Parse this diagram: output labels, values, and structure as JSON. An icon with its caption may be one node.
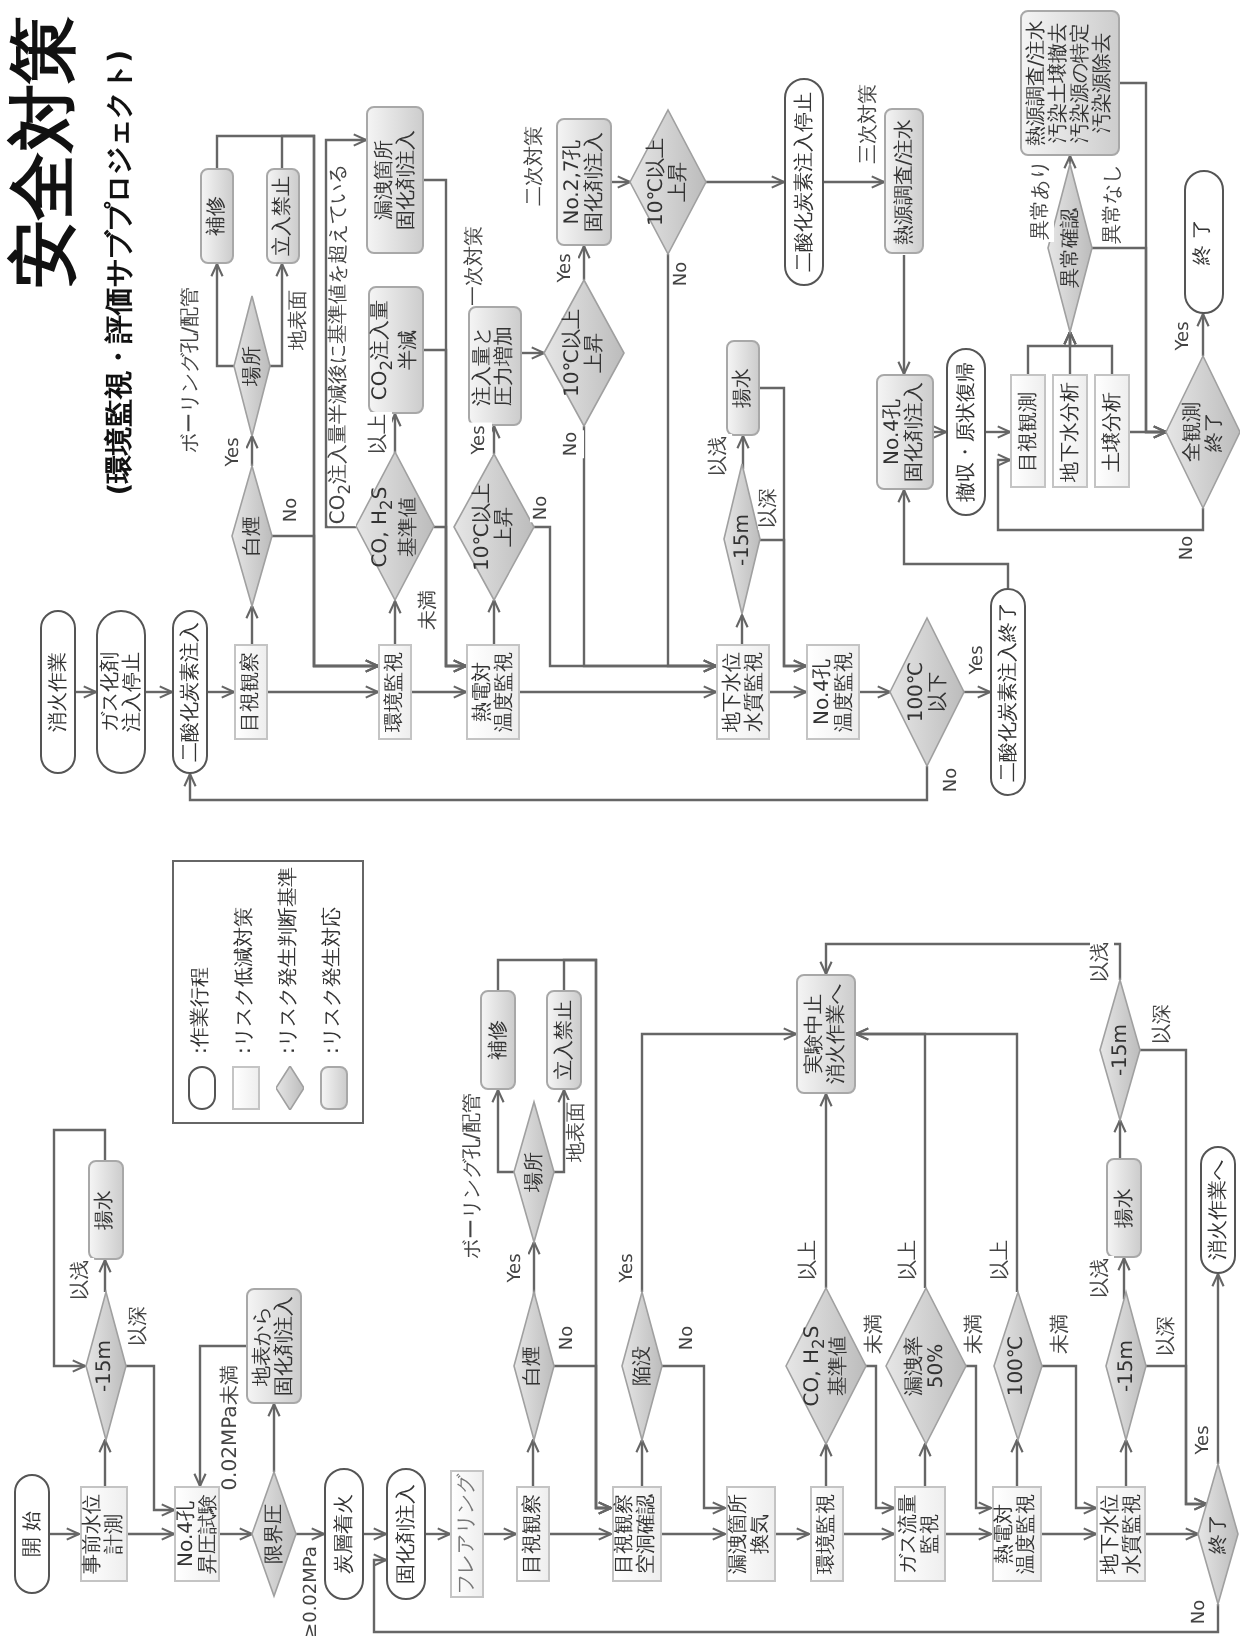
{
  "diagram": {
    "title": "安全対策",
    "nodes": [
      {
        "text": [
          "開 始"
        ]
      },
      {
        "text": [
          "事前水位計測"
        ]
      },
      {
        "text": [
          "-15m"
        ]
      },
      {
        "text": [
          "揚水"
        ]
      },
      {
        "text": [
          "No.4孔昇圧試験"
        ]
      },
      {
        "text": [
          "地表から固化剤注入"
        ]
      },
      {
        "text": [
          "限界圧"
        ]
      },
      {
        "text": [
          "炭層着火"
        ]
      },
      {
        "text": [
          "固化剤注入"
        ]
      },
      {
        "text": [
          "フレアリング"
        ]
      },
      {
        "text": [
          "目視観察"
        ]
      },
      {
        "text": [
          "白煙"
        ]
      },
      {
        "text": [
          "場所"
        ]
      },
      {
        "text": [
          "補修"
        ]
      },
      {
        "text": [
          "立入禁止"
        ]
      },
      {
        "text": [
          "目視観察空洞確認"
        ]
      },
      {
        "text": [
          "陥没"
        ]
      },
      {
        "text": [
          "漏洩箇所換気"
        ]
      },
      {
        "text": [
          "環境監視"
        ]
      },
      {
        "text": [
          "CO, H$_{2}$S 基準値"
        ]
      },
      {
        "text": [
          "実験中止消火作業へ"
        ]
      },
      {
        "text": [
          "ガス流量監視"
        ]
      },
      {
        "text": [
          "漏洩率 50%"
        ]
      },
      {
        "text": [
          "熱電対温度監視"
        ]
      },
      {
        "text": [
          "100℃"
        ]
      },
      {
        "text": [
          "地下水位水質監視"
        ]
      },
      {
        "text": [
          "-15m"
        ]
      },
      {
        "text": [
          "揚水"
        ]
      },
      {
        "text": [
          "-15m"
        ]
      },
      {
        "text": [
          "終了"
        ]
      },
      {
        "text": [
          "消火作業へ"
        ]
      },
      {
        "text": [
          "消火作業"
        ]
      },
      {
        "text": [
          "ガス化剤注入停止"
        ]
      },
      {
        "text": [
          "二酸化炭素注入"
        ]
      },
      {
        "text": [
          "目視観察"
        ]
      },
      {
        "text": [
          "白煙"
        ]
      },
      {
        "text": [
          "場所"
        ]
      },
      {
        "text": [
          "補修"
        ]
      },
      {
        "text": [
          "立入禁止"
        ]
      },
      {
        "text": [
          "環境監視"
        ]
      },
      {
        "text": [
          "CO, H$_{2}$S 基準値"
        ]
      },
      {
        "text": [
          "CO$_{2}$注入量半減"
        ]
      },
      {
        "text": [
          "漏洩箇所固化剤注入"
        ]
      },
      {
        "text": [
          "熱電対温度監視"
        ]
      },
      {
        "text": [
          "10℃以上上昇"
        ]
      },
      {
        "text": [
          "注入量と圧力増加"
        ]
      },
      {
        "text": [
          "10℃以上上昇"
        ]
      },
      {
        "text": [
          "No.2,7孔固化剤注入"
        ]
      },
      {
        "text": [
          "10℃以上上昇"
        ]
      },
      {
        "text": [
          "二酸化炭素注入停止"
        ]
      },
      {
        "text": [
          "熱源調査/注水"
        ]
      },
      {
        "text": [
          "地下水位水質監視"
        ]
      },
      {
        "text": [
          "-15m"
        ]
      },
      {
        "text": [
          "揚水"
        ]
      },
      {
        "text": [
          "No.4孔温度監視"
        ]
      },
      {
        "text": [
          "100℃以下"
        ]
      },
      {
        "text": [
          "二酸化炭素注入終了"
        ]
      },
      {
        "text": [
          "No.4孔固化剤注入"
        ]
      },
      {
        "text": [
          "撤収・原状復帰"
        ]
      },
      {
        "text": [
          "目視観測"
        ]
      },
      {
        "text": [
          "地下水分析"
        ]
      },
      {
        "text": [
          "土壌分析"
        ]
      },
      {
        "text": [
          "異常確認"
        ]
      },
      {
        "text": [
          "熱源調査/注水",
          "汚染土壌撤去",
          "汚染源の特定",
          "汚染源除去"
        ]
      },
      {
        "text": [
          "全観測終了"
        ]
      },
      {
        "text": [
          "終 了"
        ]
      }
    ],
    "edges": [
      {
        "from": 0,
        "to": 1,
        "arrow": "to"
      },
      {
        "from": 1,
        "to": 2,
        "arrow": "to"
      },
      {
        "from": 2,
        "to": 3,
        "arrow": "to",
        "label": "以浅"
      },
      {
        "from": 3,
        "to": 2,
        "arrow": "to"
      },
      {
        "from": 2,
        "to": 4,
        "arrow": "to",
        "label": "以深"
      },
      {
        "from": 1,
        "to": 4,
        "arrow": "to"
      },
      {
        "from": 4,
        "to": 6,
        "arrow": "to"
      },
      {
        "from": 6,
        "to": 5,
        "arrow": "to",
        "label": "0.02MPa未満"
      },
      {
        "from": 5,
        "to": 4,
        "arrow": "to"
      },
      {
        "from": 6,
        "to": 7,
        "arrow": "to",
        "label": "≥0.02MPa"
      },
      {
        "from": 7,
        "to": 8,
        "arrow": "to"
      },
      {
        "from": 29,
        "to": 8,
        "arrow": "to",
        "label": "No"
      },
      {
        "from": 8,
        "to": 9,
        "arrow": "to"
      },
      {
        "from": 9,
        "to": 10,
        "arrow": "to"
      },
      {
        "from": 10,
        "to": 11,
        "arrow": "to"
      },
      {
        "from": 11,
        "to": 12,
        "arrow": "to",
        "label": "Yes"
      },
      {
        "from": 12,
        "to": 13,
        "arrow": "to",
        "label": "ボーリング孔/配管"
      },
      {
        "from": 12,
        "to": 14,
        "arrow": "to",
        "label": "地表面"
      },
      {
        "from": 13,
        "to": 15,
        "arrow": "to"
      },
      {
        "from": 14,
        "to": 15,
        "arrow": "to"
      },
      {
        "from": 11,
        "to": 15,
        "arrow": "to",
        "label": "No"
      },
      {
        "from": 10,
        "to": 15,
        "arrow": "to"
      },
      {
        "from": 15,
        "to": 16,
        "arrow": "to"
      },
      {
        "from": 16,
        "to": 20,
        "arrow": "to",
        "label": "Yes"
      },
      {
        "from": 16,
        "to": 17,
        "arrow": "to",
        "label": "No"
      },
      {
        "from": 15,
        "to": 17,
        "arrow": "to"
      },
      {
        "from": 17,
        "to": 18,
        "arrow": "to"
      },
      {
        "from": 18,
        "to": 19,
        "arrow": "to"
      },
      {
        "from": 19,
        "to": 20,
        "arrow": "to",
        "label": "以上"
      },
      {
        "from": 19,
        "to": 21,
        "arrow": "to",
        "label": "未満"
      },
      {
        "from": 18,
        "to": 21,
        "arrow": "to"
      },
      {
        "from": 21,
        "to": 22,
        "arrow": "to"
      },
      {
        "from": 22,
        "to": 20,
        "arrow": "to",
        "label": "以上"
      },
      {
        "from": 22,
        "to": 23,
        "arrow": "to",
        "label": "未満"
      },
      {
        "from": 21,
        "to": 23,
        "arrow": "to"
      },
      {
        "from": 23,
        "to": 24,
        "arrow": "to"
      },
      {
        "from": 24,
        "to": 20,
        "arrow": "to",
        "label": "以上"
      },
      {
        "from": 24,
        "to": 25,
        "arrow": "to",
        "label": "未満"
      },
      {
        "from": 23,
        "to": 25,
        "arrow": "to"
      },
      {
        "from": 25,
        "to": 26,
        "arrow": "to"
      },
      {
        "from": 26,
        "to": 27,
        "arrow": "to",
        "label": "以浅"
      },
      {
        "from": 27,
        "to": 28,
        "arrow": "to"
      },
      {
        "from": 28,
        "to": 20,
        "arrow": "to",
        "label": "以浅"
      },
      {
        "from": 28,
        "to": 29,
        "arrow": "to",
        "label": "以深"
      },
      {
        "from": 26,
        "to": 29,
        "arrow": "to",
        "label": "以深"
      },
      {
        "from": 25,
        "to": 29,
        "arrow": "to"
      },
      {
        "from": 29,
        "to": 30,
        "arrow": "to",
        "label": "Yes"
      },
      {
        "from": 31,
        "to": 32,
        "arrow": "to"
      },
      {
        "from": 32,
        "to": 33,
        "arrow": "to"
      },
      {
        "from": 55,
        "to": 33,
        "arrow": "to",
        "label": "No"
      },
      {
        "from": 33,
        "to": 34,
        "arrow": "to"
      },
      {
        "from": 34,
        "to": 35,
        "arrow": "to"
      },
      {
        "from": 35,
        "to": 36,
        "arrow": "to",
        "label": "Yes"
      },
      {
        "from": 36,
        "to": 37,
        "arrow": "to",
        "label": "ボーリング孔/配管"
      },
      {
        "from": 36,
        "to": 38,
        "arrow": "to",
        "label": "地表面"
      },
      {
        "from": 37,
        "to": 39,
        "arrow": "to"
      },
      {
        "from": 38,
        "to": 39,
        "arrow": "to"
      },
      {
        "from": 35,
        "to": 39,
        "arrow": "to",
        "label": "No"
      },
      {
        "from": 34,
        "to": 39,
        "arrow": "to"
      },
      {
        "from": 39,
        "to": 40,
        "arrow": "to"
      },
      {
        "from": 40,
        "to": 41,
        "arrow": "to",
        "label": "以上"
      },
      {
        "from": 40,
        "to": 42,
        "arrow": "to",
        "label": "CO$_{2}$注入量半減後に基準値を超えている"
      },
      {
        "from": 40,
        "to": 43,
        "arrow": "to",
        "label": "未満"
      },
      {
        "from": 41,
        "to": 43,
        "arrow": "to"
      },
      {
        "from": 42,
        "to": 43,
        "arrow": "to"
      },
      {
        "from": 39,
        "to": 43,
        "arrow": "to"
      },
      {
        "from": 43,
        "to": 44,
        "arrow": "to"
      },
      {
        "from": 44,
        "to": 45,
        "arrow": "to",
        "label": "Yes"
      },
      {
        "from": 44,
        "to": 51,
        "arrow": "to",
        "label": "No"
      },
      {
        "from": 45,
        "to": 46,
        "arrow": "to"
      },
      {
        "from": 46,
        "to": 47,
        "arrow": "to",
        "label": "Yes"
      },
      {
        "from": 46,
        "to": 51,
        "arrow": "to",
        "label": "No"
      },
      {
        "from": 47,
        "to": 48,
        "arrow": "to"
      },
      {
        "from": 48,
        "to": 49,
        "arrow": "to"
      },
      {
        "from": 48,
        "to": 51,
        "arrow": "to",
        "label": "No"
      },
      {
        "from": 49,
        "to": 50,
        "arrow": "to"
      },
      {
        "from": 50,
        "to": 57,
        "arrow": "to"
      },
      {
        "from": 43,
        "to": 51,
        "arrow": "to"
      },
      {
        "from": 51,
        "to": 52,
        "arrow": "to"
      },
      {
        "from": 52,
        "to": 53,
        "arrow": "to",
        "label": "以浅"
      },
      {
        "from": 53,
        "to": 54,
        "arrow": "to"
      },
      {
        "from": 52,
        "to": 54,
        "arrow": "to",
        "label": "以深"
      },
      {
        "from": 51,
        "to": 54,
        "arrow": "to"
      },
      {
        "from": 54,
        "to": 55,
        "arrow": "to"
      },
      {
        "from": 55,
        "to": 56,
        "arrow": "to",
        "label": "Yes"
      },
      {
        "from": 56,
        "to": 57,
        "arrow": "to"
      },
      {
        "from": 57,
        "to": 58,
        "arrow": "to"
      },
      {
        "from": 58,
        "to": 59,
        "arrow": "to"
      },
      {
        "from": 64,
        "to": 59,
        "arrow": "to",
        "label": "No"
      },
      {
        "from": 61,
        "to": 64,
        "arrow": "to"
      },
      {
        "from": 59,
        "to": 62,
        "arrow": "to"
      },
      {
        "from": 60,
        "to": 62,
        "arrow": "to"
      },
      {
        "from": 61,
        "to": 62,
        "arrow": "to"
      },
      {
        "from": 62,
        "to": 63,
        "arrow": "to",
        "label": "異常あり"
      },
      {
        "from": 62,
        "to": 64,
        "arrow": "to",
        "label": "異常なし"
      },
      {
        "from": 63,
        "to": 64,
        "arrow": "to"
      },
      {
        "from": 64,
        "to": 65,
        "arrow": "to",
        "label": "Yes"
      }
    ],
    "labels": [
      "(環境監視・評価サブプロジェクト)",
      "一次対策",
      "二次対策",
      "三次対策"
    ],
    "legend": [
      {
        "text": ":作業行程"
      },
      {
        "text": ":リスク低減対策"
      },
      {
        "text": ":リスク発生判断基準"
      },
      {
        "text": ":リスク発生対応"
      }
    ]
  }
}
